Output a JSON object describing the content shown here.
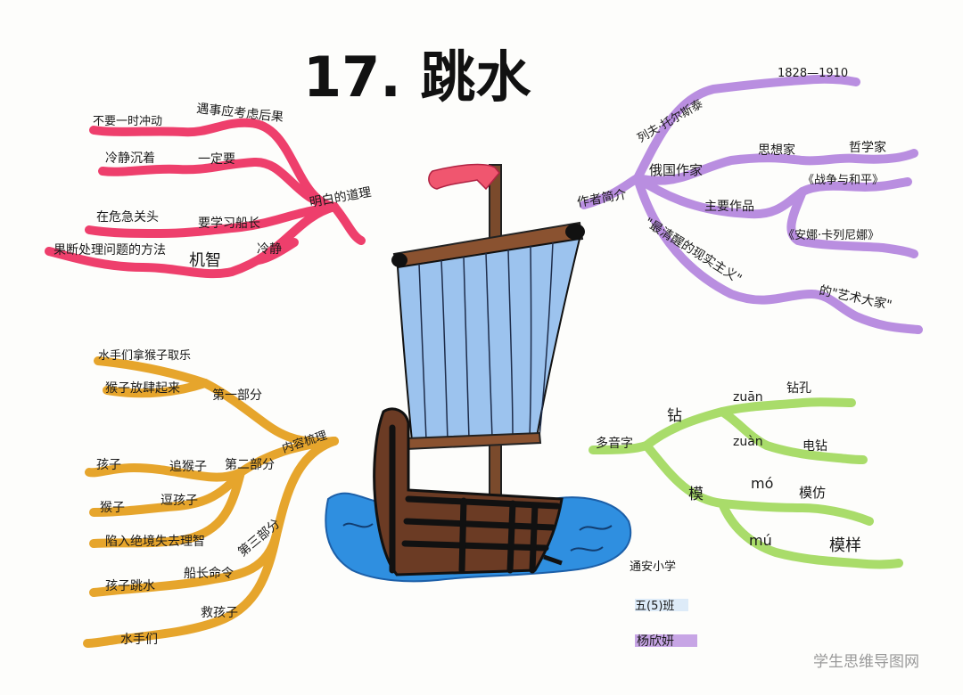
{
  "title": "17. 跳水",
  "watermark": "学生思维导图网",
  "colors": {
    "red": "#ee3f6c",
    "purple": "#b98ee0",
    "orange": "#e6a52c",
    "green": "#a9dc6a",
    "sail": "#9cc3ee",
    "sea": "#2f8fe0",
    "hull": "#6b3b24",
    "flag": "#f0566f"
  },
  "branches": {
    "red": {
      "root": "明白的道理",
      "items": [
        "不要一时冲动",
        "遇事应考虑后果",
        "冷静沉着",
        "一定要",
        "在危急关头",
        "要学习船长",
        "果断处理问题的方法",
        "机智",
        "冷静"
      ]
    },
    "purple": {
      "root": "作者简介",
      "items": [
        "列夫·托尔斯泰",
        "1828—1910",
        "俄国作家",
        "思想家",
        "哲学家",
        "主要作品",
        "《战争与和平》",
        "《安娜·卡列尼娜》",
        "\"最清醒的现实主义\"",
        "的\"艺术大家\""
      ]
    },
    "orange": {
      "root": "内容梳理",
      "items": [
        "水手们拿猴子取乐",
        "猴子放肆起来",
        "第一部分",
        "孩子",
        "追猴子",
        "第二部分",
        "猴子",
        "逗孩子",
        "陷入绝境失去理智",
        "第三部分",
        "孩子跳水",
        "船长命令",
        "水手们",
        "救孩子"
      ]
    },
    "green": {
      "root": "多音字",
      "items": [
        "钻",
        "zuān",
        "钻孔",
        "zuàn",
        "电钻",
        "模",
        "mó",
        "模仿",
        "mú",
        "模样"
      ]
    }
  },
  "signature": {
    "school": "通安小学",
    "class": "五(5)班",
    "name": "杨欣妍"
  }
}
